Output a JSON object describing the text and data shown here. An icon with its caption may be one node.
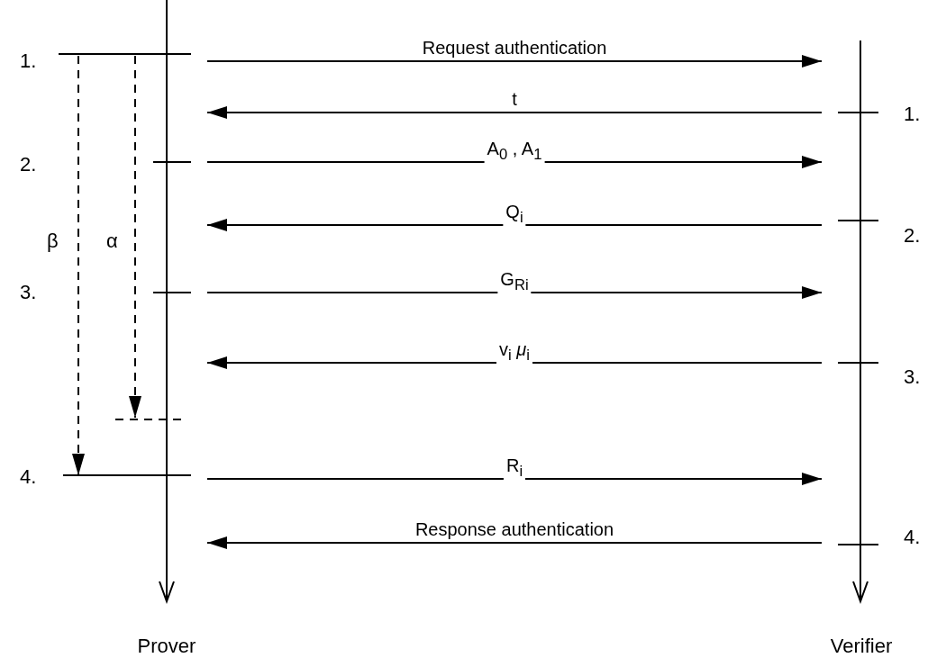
{
  "diagram": {
    "nodes": [
      {
        "text": [
          "Prover"
        ]
      },
      {
        "text": [
          "Verifier"
        ]
      }
    ],
    "edges": [
      {
        "from": 0,
        "to": 1,
        "arrow": "to",
        "label": "Request authentication"
      },
      {
        "from": 1,
        "to": 0,
        "arrow": "to",
        "label": "t"
      },
      {
        "from": 0,
        "to": 1,
        "arrow": "to",
        "label": "A$_{0}$ ,  A$_{1}$"
      },
      {
        "from": 1,
        "to": 0,
        "arrow": "to",
        "label": "Q$_{i}$"
      },
      {
        "from": 0,
        "to": 1,
        "arrow": "to",
        "label": "G$_{Ri}$"
      },
      {
        "from": 1,
        "to": 0,
        "arrow": "to",
        "label": "v$_{i}$ *μ*$_{i}$"
      },
      {
        "from": 0,
        "to": 1,
        "arrow": "to",
        "label": "R$_{i}$"
      },
      {
        "from": 1,
        "to": 0,
        "arrow": "to",
        "label": "Response authentication"
      }
    ],
    "labels": [
      "1.",
      "1.",
      "2.",
      "β",
      "α",
      "2.",
      "3.",
      "3.",
      "4.",
      "4."
    ]
  }
}
